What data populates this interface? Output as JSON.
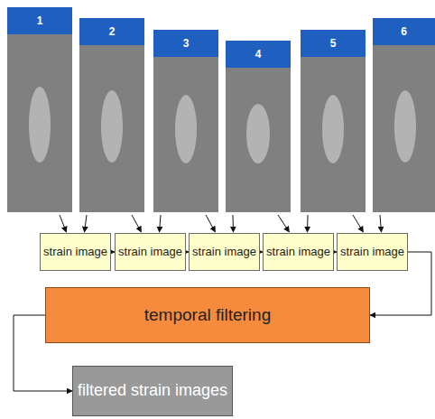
{
  "diagram": {
    "nodes": [
      {
        "text": [
          "1"
        ]
      },
      {
        "text": [
          "2"
        ]
      },
      {
        "text": [
          "3"
        ]
      },
      {
        "text": [
          "4"
        ]
      },
      {
        "text": [
          "5"
        ]
      },
      {
        "text": [
          "6"
        ]
      },
      {
        "text": [
          "strain image"
        ]
      },
      {
        "text": [
          "strain image"
        ]
      },
      {
        "text": [
          "strain image"
        ]
      },
      {
        "text": [
          "strain image"
        ]
      },
      {
        "text": [
          "strain image"
        ]
      },
      {
        "text": [
          "temporal filtering"
        ]
      },
      {
        "text": [
          "filtered strain images"
        ]
      }
    ],
    "edges": [
      {
        "from": 0,
        "to": 6,
        "arrow": "to"
      },
      {
        "from": 1,
        "to": 6,
        "arrow": "to"
      },
      {
        "from": 1,
        "to": 7,
        "arrow": "to"
      },
      {
        "from": 2,
        "to": 7,
        "arrow": "to"
      },
      {
        "from": 2,
        "to": 8,
        "arrow": "to"
      },
      {
        "from": 3,
        "to": 8,
        "arrow": "to"
      },
      {
        "from": 3,
        "to": 9,
        "arrow": "to"
      },
      {
        "from": 4,
        "to": 9,
        "arrow": "to"
      },
      {
        "from": 4,
        "to": 10,
        "arrow": "to"
      },
      {
        "from": 5,
        "to": 10,
        "arrow": "to"
      },
      {
        "from": 6,
        "to": 7,
        "arrow": "to"
      },
      {
        "from": 7,
        "to": 8,
        "arrow": "to"
      },
      {
        "from": 8,
        "to": 9,
        "arrow": "to"
      },
      {
        "from": 9,
        "to": 10,
        "arrow": "to"
      },
      {
        "from": 10,
        "to": 11,
        "arrow": "to"
      },
      {
        "from": 11,
        "to": 12,
        "arrow": "to"
      }
    ]
  }
}
